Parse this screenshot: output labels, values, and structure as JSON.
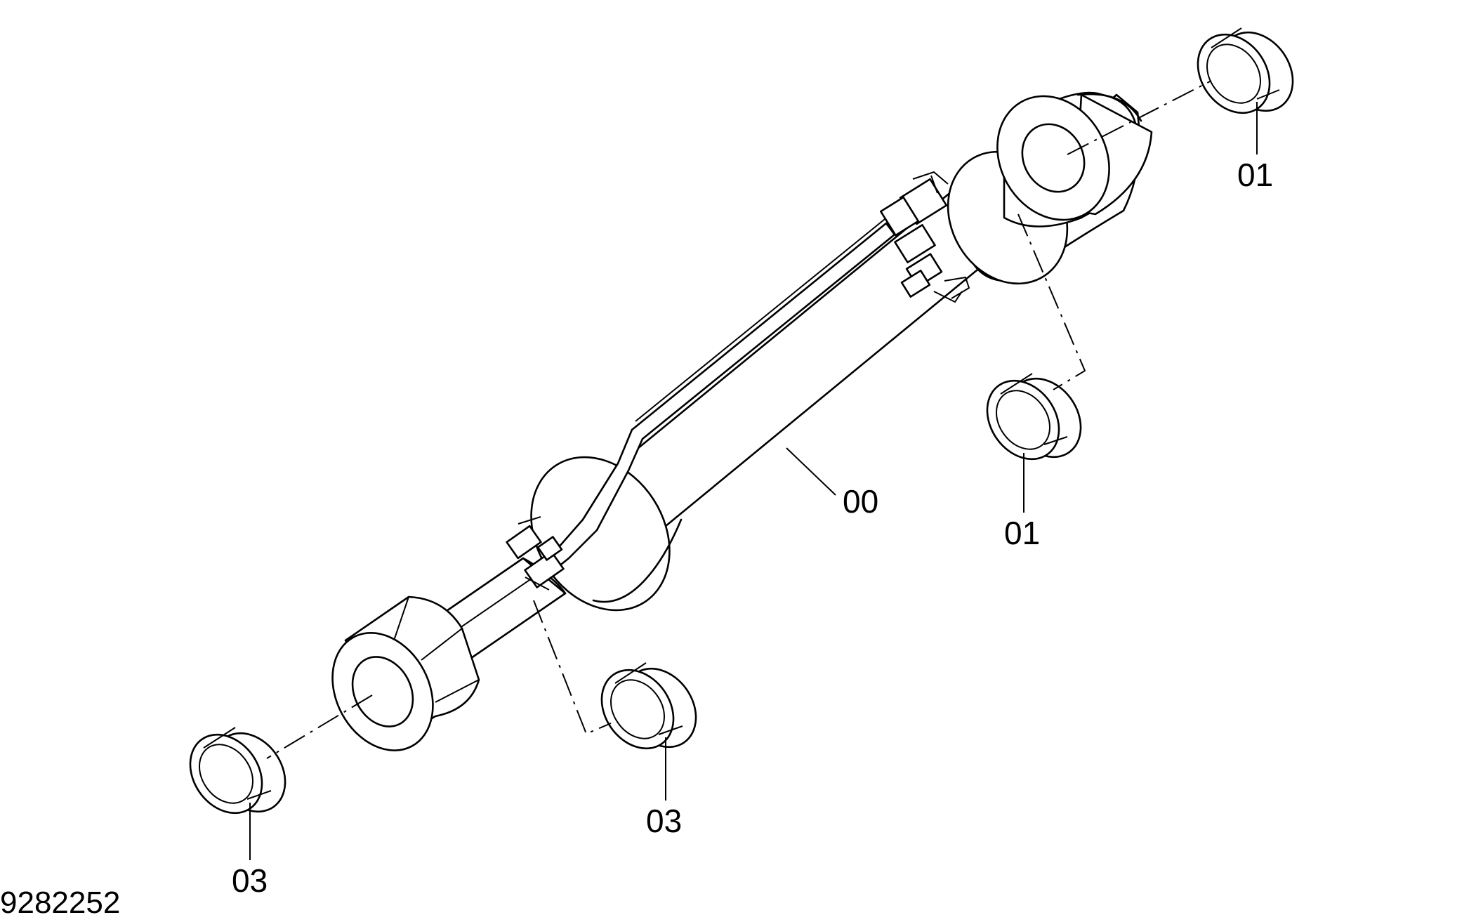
{
  "diagram": {
    "drawing_number": "9282252",
    "callouts": {
      "cylinder": "00",
      "bushing_top_right": "01",
      "bushing_mid_right": "01",
      "bushing_mid_low": "03",
      "bushing_bottom_left": "03"
    }
  }
}
